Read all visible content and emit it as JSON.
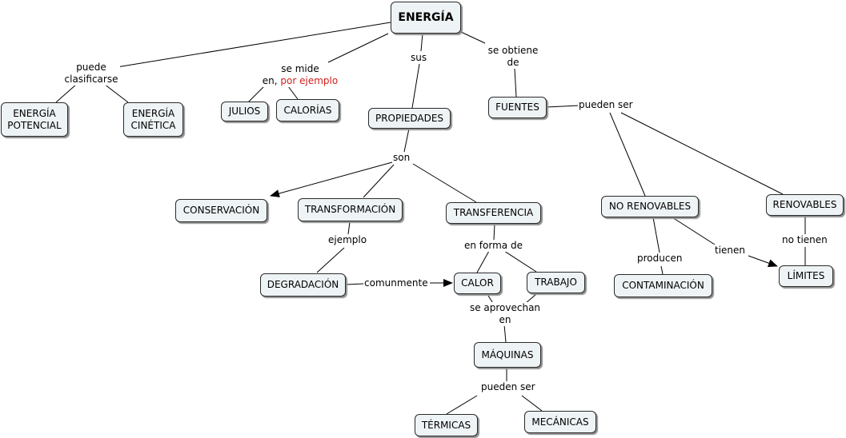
{
  "concepts": {
    "energia": "ENERGÍA",
    "energia_potencial": [
      "ENERGÍA",
      "POTENCIAL"
    ],
    "energia_cinetica": [
      "ENERGÍA",
      "CINÉTICA"
    ],
    "julios": "JULIOS",
    "calorias": "CALORÍAS",
    "propiedades": "PROPIEDADES",
    "fuentes": "FUENTES",
    "conservacion": "CONSERVACIÓN",
    "transformacion": "TRANSFORMACIÓN",
    "transferencia": "TRANSFERENCIA",
    "no_renovables": "NO RENOVABLES",
    "renovables": "RENOVABLES",
    "degradacion": "DEGRADACIÓN",
    "calor": "CALOR",
    "trabajo": "TRABAJO",
    "contaminacion": "CONTAMINACIÓN",
    "limites": "LÍMITES",
    "maquinas": "MÁQUINAS",
    "termicas": "TÉRMICAS",
    "mecanicas": "MECÁNICAS"
  },
  "links": {
    "puede_clasificarse": [
      "puede",
      "clasificarse"
    ],
    "se_mide_line1": "se mide",
    "se_mide_en": "en,",
    "se_mide_ejemplo": "por ejemplo",
    "sus": "sus",
    "se_obtiene": [
      "se obtiene",
      "de"
    ],
    "pueden_ser_fuentes": "pueden ser",
    "son": "son",
    "ejemplo": "ejemplo",
    "en_forma_de": "en forma de",
    "comunmente": "comunmente",
    "producen": "producen",
    "tienen": "tienen",
    "no_tienen": "no tienen",
    "se_aprovechan": [
      "se aprovechan",
      "en"
    ],
    "pueden_ser_maquinas": "pueden ser"
  },
  "colors": {
    "node_fill": "#eef3f5",
    "node_border": "#2b2b2b",
    "example_text": "#d0201c"
  }
}
